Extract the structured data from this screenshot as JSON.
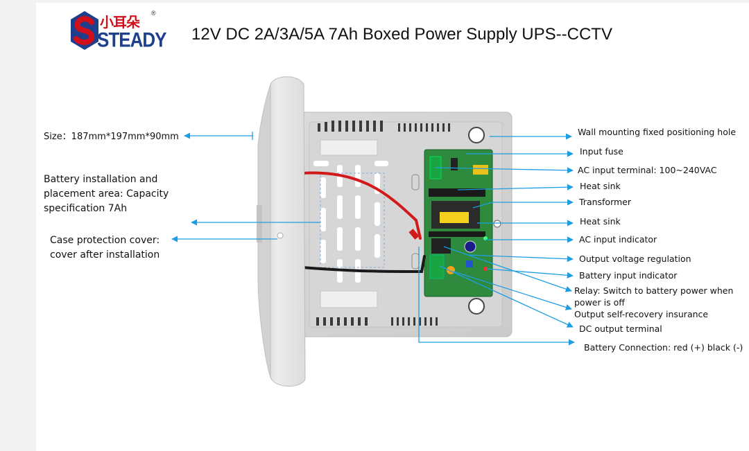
{
  "logo": {
    "cn_text": "小耳朵",
    "en_text": "STEADY",
    "reg_mark": "®"
  },
  "title": "12V DC 2A/3A/5A 7Ah Boxed Power Supply UPS--CCTV",
  "colors": {
    "arrow": "#1f9de3",
    "brand_red": "#d0101a",
    "brand_blue": "#1d3f8c"
  },
  "left_labels": {
    "size": "Size：187mm*197mm*90mm",
    "battery_area": "Battery installation and\nplacement area: Capacity\nspecification 7Ah",
    "case_cover": "Case protection cover:\ncover after installation"
  },
  "right_labels": [
    "Wall mounting fixed positioning hole",
    "Input fuse",
    "AC input terminal: 100~240VAC",
    "Heat sink",
    "Transformer",
    "Heat sink",
    "AC input indicator",
    "Output voltage regulation",
    "Battery input indicator",
    "Relay: Switch to battery power when",
    "power is off",
    "Output self-recovery insurance",
    "DC output terminal",
    "Battery Connection: red (+) black (-)"
  ]
}
